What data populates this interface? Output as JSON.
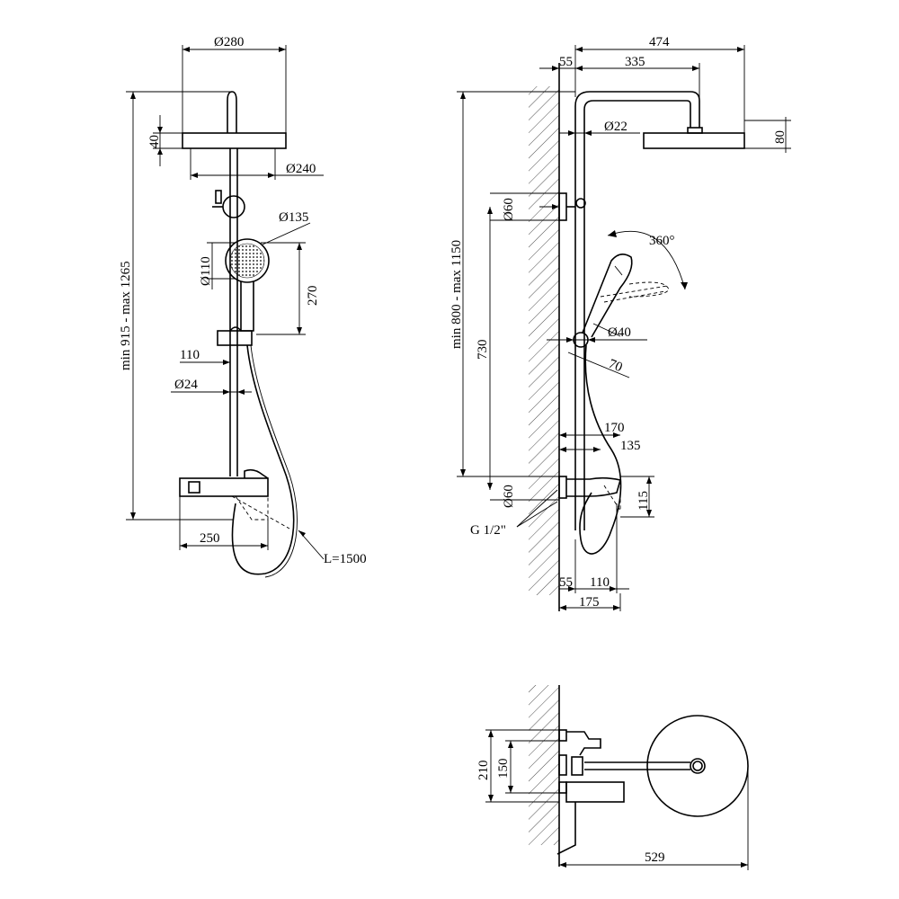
{
  "front_view": {
    "dia_head": "Ø280",
    "head_thickness": "40",
    "dia_head_inner": "Ø240",
    "dia_hand_shower": "Ø135",
    "dia_hand_face": "Ø110",
    "hand_height": "270",
    "height_range": "min 915 - max 1265",
    "holder_offset": "110",
    "dia_rail": "Ø24",
    "mixer_width": "250",
    "hose_length": "L=1500"
  },
  "side_view": {
    "total_reach": "474",
    "wall_gap": "55",
    "arm_reach": "335",
    "dia_pipe": "Ø22",
    "head_height": "80",
    "dia_upper_bracket": "Ø60",
    "rotation": "360°",
    "height_range": "min 800 - max 1150",
    "rail_length": "730",
    "dia_holder": "Ø40",
    "holder_len": "70",
    "depth_170": "170",
    "depth_135": "135",
    "dia_lower_bracket": "Ø60",
    "mixer_height": "115",
    "thread": "G 1/2\"",
    "bottom_55": "55",
    "bottom_110": "110",
    "bottom_175": "175"
  },
  "top_view": {
    "spacing_outer": "210",
    "spacing_inner": "150",
    "total_width": "529"
  }
}
